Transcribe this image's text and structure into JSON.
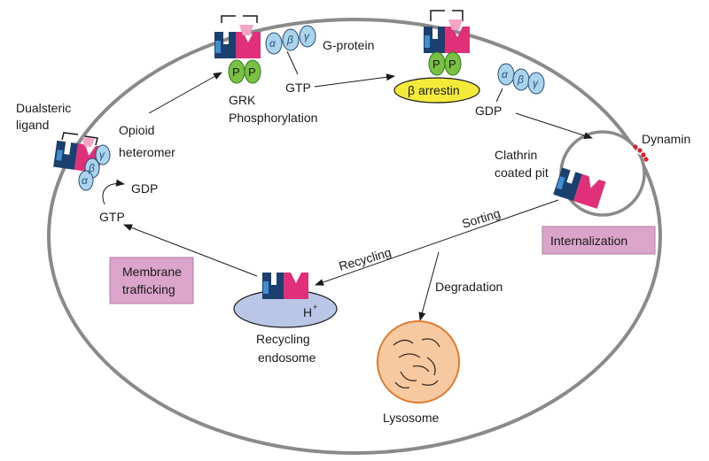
{
  "labels": {
    "dualsteric_line1": "Dualsteric",
    "dualsteric_line2": "ligand",
    "opioid_line1": "Opioid",
    "opioid_line2": "heteromer",
    "grk_line1": "GRK",
    "grk_line2": "Phosphorylation",
    "g_protein": "G-protein",
    "gtp_top": "GTP",
    "gdp_left": "GDP",
    "gtp_left": "GTP",
    "gdp_right": "GDP",
    "beta_arrestin": "β arrestin",
    "dynamin": "Dynamin",
    "clathrin_line1": "Clathrin",
    "clathrin_line2": "coated pit",
    "sorting": "Sorting",
    "recycling": "Recycling",
    "degradation": "Degradation",
    "recycling_endosome_line1": "Recycling",
    "recycling_endosome_line2": "endosome",
    "proton": "H",
    "proton_sup": "+",
    "lysosome": "Lysosome",
    "internalization": "Internalization",
    "membrane_trafficking_line1": "Membrane",
    "membrane_trafficking_line2": "trafficking",
    "phospho": "P",
    "alpha": "α",
    "beta": "β",
    "gamma": "γ"
  },
  "colors": {
    "receptor_dark": "#1b3f6e",
    "receptor_light": "#3f8fd0",
    "receptor_pink": "#e0307a",
    "receptor_pink_light": "#f2a6c4",
    "phospho_green": "#7ac143",
    "gprotein_blue": "#a9d4ec",
    "arrestin_yellow": "#f3ea3a",
    "endosome_fill": "#b9c6e6",
    "lysosome_fill": "#f6c9a0",
    "lysosome_edge": "#e07a2e",
    "dynamin_red": "#e0202e",
    "box_fill": "#dba5cb",
    "cell_stroke": "#8a8a8a"
  }
}
